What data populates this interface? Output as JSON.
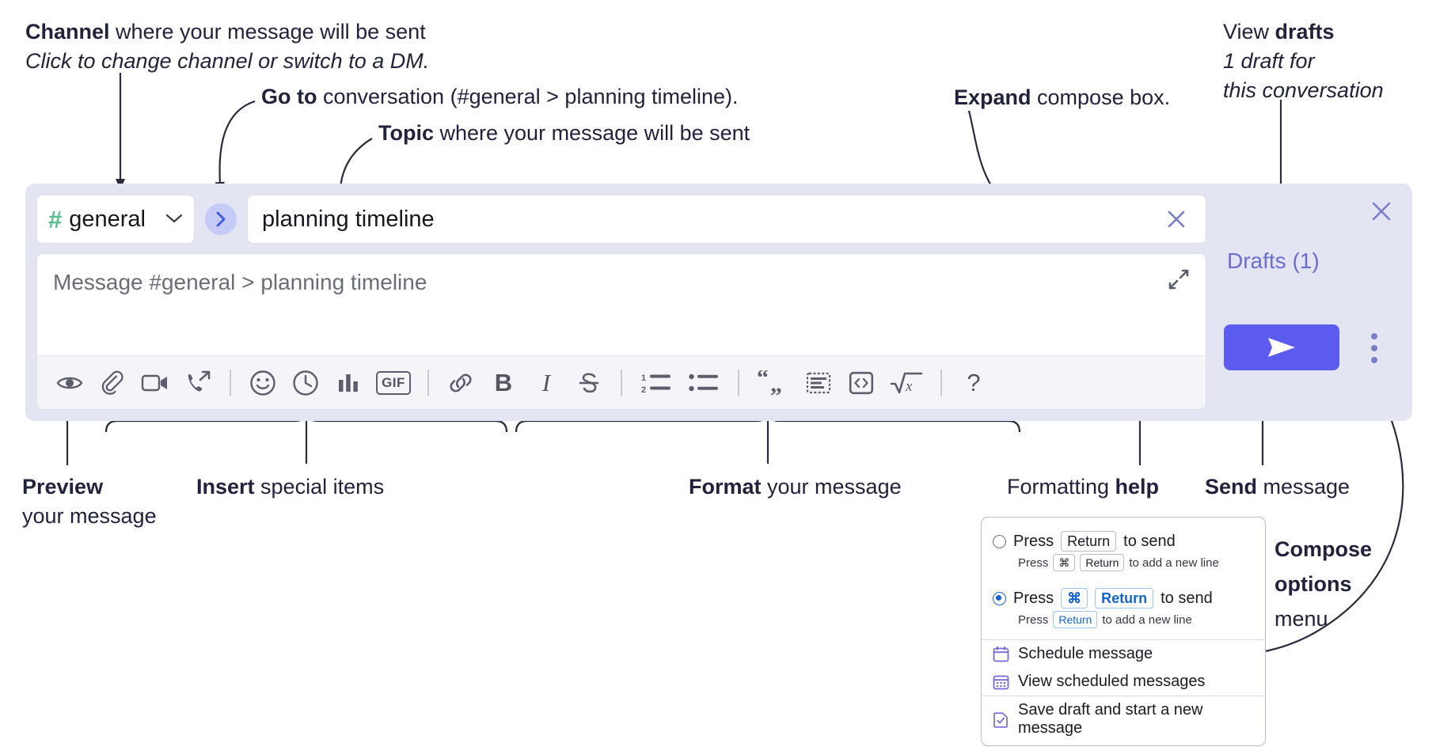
{
  "annotations": {
    "channel": {
      "bold": "Channel",
      "rest": " where your message will be sent",
      "sub": "Click to change channel or switch to a DM."
    },
    "goto": {
      "bold": "Go to",
      "rest": " conversation (#general > planning timeline)."
    },
    "topic": {
      "bold": "Topic",
      "rest": " where your message will be sent"
    },
    "expand": {
      "bold": "Expand",
      "rest": " compose box."
    },
    "drafts": {
      "pre": "View ",
      "bold": "drafts",
      "sub1": "1 draft for",
      "sub2": "this conversation"
    },
    "preview": {
      "bold": "Preview",
      "sub": "your message"
    },
    "insert": {
      "bold": "Insert",
      "rest": " special items"
    },
    "format": {
      "bold": "Format",
      "rest": " your message"
    },
    "formatting_help": {
      "pre": "Formatting ",
      "bold": "help"
    },
    "send": {
      "bold": "Send",
      "rest": " message"
    },
    "compose_options": {
      "line1": "Compose",
      "line2": "options",
      "line3": "menu"
    }
  },
  "compose": {
    "channel": {
      "hash": "#",
      "name": "general",
      "chevron": "chevron-down"
    },
    "go_to_label": "go-to-conversation",
    "topic": {
      "value": "planning timeline",
      "clear_label": "clear-topic"
    },
    "message": {
      "placeholder": "Message #general > planning timeline"
    },
    "expand_label": "expand-compose-box",
    "toolbar": [
      {
        "name": "preview-icon",
        "label": "Preview"
      },
      {
        "name": "attachment-icon",
        "label": "Attach file"
      },
      {
        "name": "video-clip-icon",
        "label": "Record video clip"
      },
      {
        "name": "audio-clip-icon",
        "label": "Record audio clip"
      },
      {
        "sep": true
      },
      {
        "name": "emoji-icon",
        "label": "Emoji"
      },
      {
        "name": "clock-icon",
        "label": "Reminder"
      },
      {
        "name": "poll-icon",
        "label": "Poll"
      },
      {
        "name": "gif-icon",
        "label": "GIF"
      },
      {
        "sep": true
      },
      {
        "name": "link-icon",
        "label": "Link"
      },
      {
        "name": "bold-icon",
        "label": "B"
      },
      {
        "name": "italic-icon",
        "label": "I"
      },
      {
        "name": "strikethrough-icon",
        "label": "S"
      },
      {
        "sep": true
      },
      {
        "name": "ordered-list-icon",
        "label": "Ordered list"
      },
      {
        "name": "bulleted-list-icon",
        "label": "Bulleted list"
      },
      {
        "sep": true
      },
      {
        "name": "blockquote-icon",
        "label": "Blockquote"
      },
      {
        "name": "code-block-icon",
        "label": "Code block"
      },
      {
        "name": "code-icon",
        "label": "Code"
      },
      {
        "name": "math-icon",
        "label": "Math"
      },
      {
        "sep": true
      },
      {
        "name": "help-icon",
        "label": "?"
      }
    ],
    "drafts_label": "Drafts (1)",
    "send_label": "send-message",
    "kebab_label": "compose-options",
    "close_label": "close-compose"
  },
  "options_menu": {
    "send_options": [
      {
        "selected": false,
        "main": {
          "pre": "Press ",
          "keys": [
            "Return"
          ],
          "post": " to send"
        },
        "sub": {
          "pre": "Press ",
          "keys": [
            "⌘",
            "Return"
          ],
          "post": " to add a new line"
        }
      },
      {
        "selected": true,
        "main": {
          "pre": "Press ",
          "keys": [
            "⌘",
            "Return"
          ],
          "post": " to send"
        },
        "sub": {
          "pre": "Press ",
          "keys": [
            "Return"
          ],
          "post": " to add a new line"
        }
      }
    ],
    "items": [
      {
        "icon": "calendar-icon",
        "label": "Schedule message"
      },
      {
        "icon": "calendar-grid-icon",
        "label": "View scheduled messages"
      },
      {
        "icon": "save-draft-icon",
        "label": "Save draft and start a new message"
      }
    ]
  },
  "colors": {
    "panel_bg": "#e3e5f2",
    "accent_send": "#5b5bef",
    "hash_green": "#54c08a",
    "drafts_purple": "#6a6ecf",
    "go_circle": "#c5cbf5",
    "radio_blue": "#1264d3"
  }
}
